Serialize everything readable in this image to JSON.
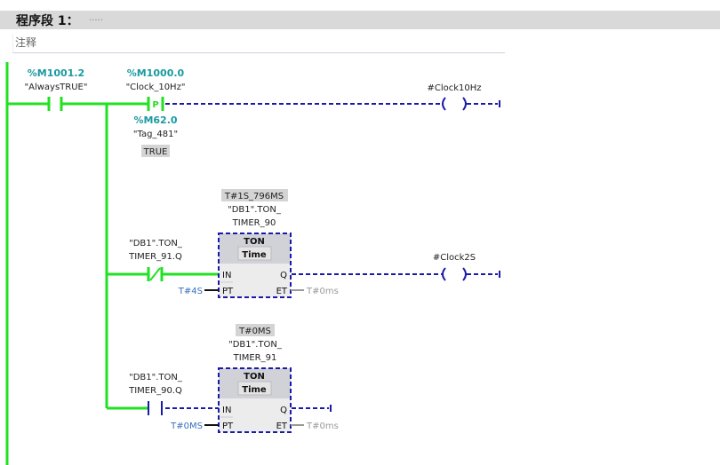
{
  "network": {
    "title": "程序段 1：",
    "dots": ".....",
    "comment": "注释"
  },
  "rung1": {
    "contact1": {
      "address": "%M1001.2",
      "name": "\"AlwaysTRUE\""
    },
    "pcontact": {
      "address": "%M1000.0",
      "name": "\"Clock_10Hz\"",
      "symbol": "P",
      "edge_address": "%M62.0",
      "edge_name": "\"Tag_481\"",
      "edge_value": "TRUE"
    },
    "coil": {
      "name": "#Clock10Hz"
    }
  },
  "rung2": {
    "contact": {
      "name_l1": "\"DB1\".TON_",
      "name_l2": "TIMER_91.Q"
    },
    "timer": {
      "current": "T#1S_796MS",
      "name_l1": "\"DB1\".TON_",
      "name_l2": "TIMER_90",
      "type": "TON",
      "subtype": "Time",
      "in": "IN",
      "pt": "PT",
      "q": "Q",
      "et": "ET",
      "pt_value": "T#4S",
      "et_value": "T#0ms"
    },
    "coil": {
      "name": "#Clock2S"
    }
  },
  "rung3": {
    "contact": {
      "name_l1": "\"DB1\".TON_",
      "name_l2": "TIMER_90.Q"
    },
    "timer": {
      "current": "T#0MS",
      "name_l1": "\"DB1\".TON_",
      "name_l2": "TIMER_91",
      "type": "TON",
      "subtype": "Time",
      "in": "IN",
      "pt": "PT",
      "q": "Q",
      "et": "ET",
      "pt_value": "T#0MS",
      "et_value": "T#0ms"
    }
  },
  "colors": {
    "energized": "#22e022",
    "unpowered": "#1a1aa8",
    "address": "#1a9aa0"
  }
}
